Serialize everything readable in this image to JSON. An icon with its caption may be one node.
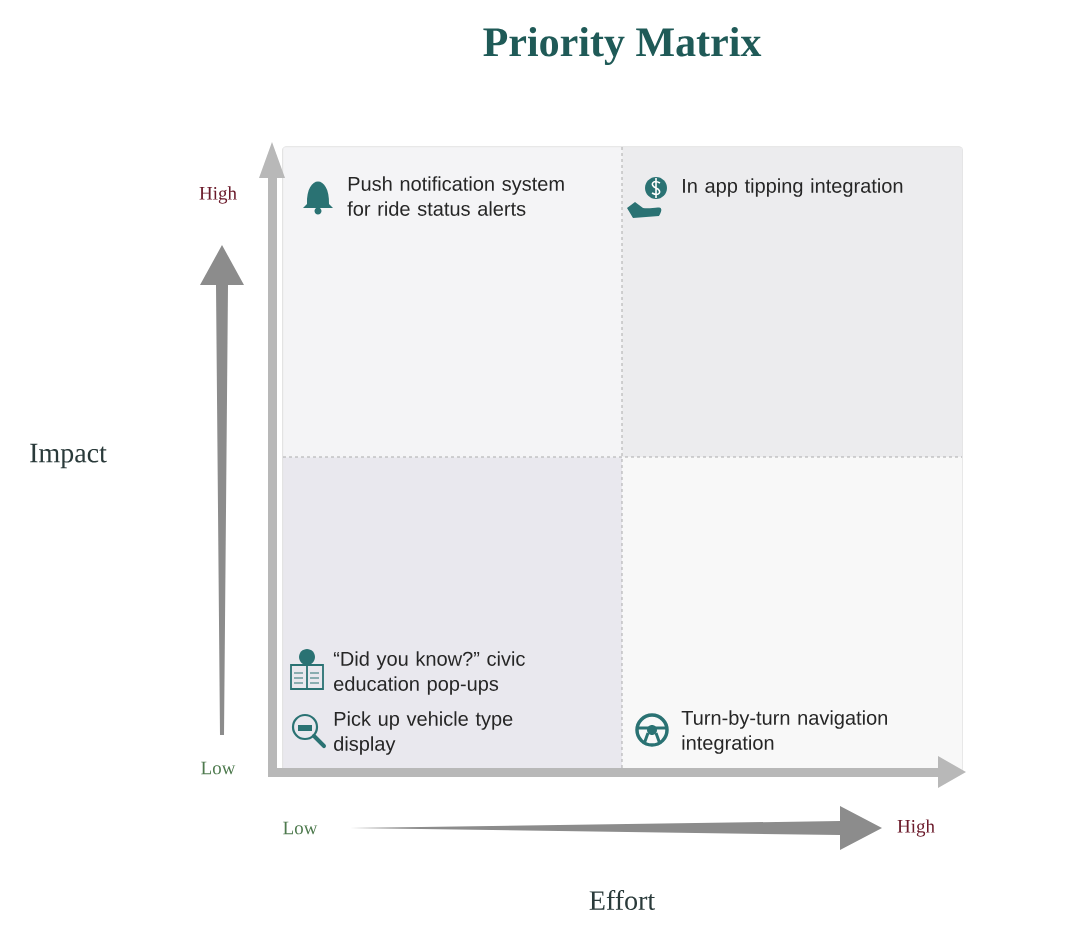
{
  "diagram": {
    "title": "Priority Matrix",
    "nodes": [
      {
        "text": [
          "Push notification system for ride status alerts"
        ]
      },
      {
        "text": [
          "In app tipping integration"
        ]
      },
      {
        "text": [
          "“Did you know?” civic education pop-ups",
          "Pick up vehicle type display"
        ]
      },
      {
        "text": [
          "Turn-by-turn navigation integration"
        ]
      }
    ],
    "labels": [
      "High",
      "Impact",
      "Low",
      "Low",
      "High",
      "Effort"
    ]
  }
}
